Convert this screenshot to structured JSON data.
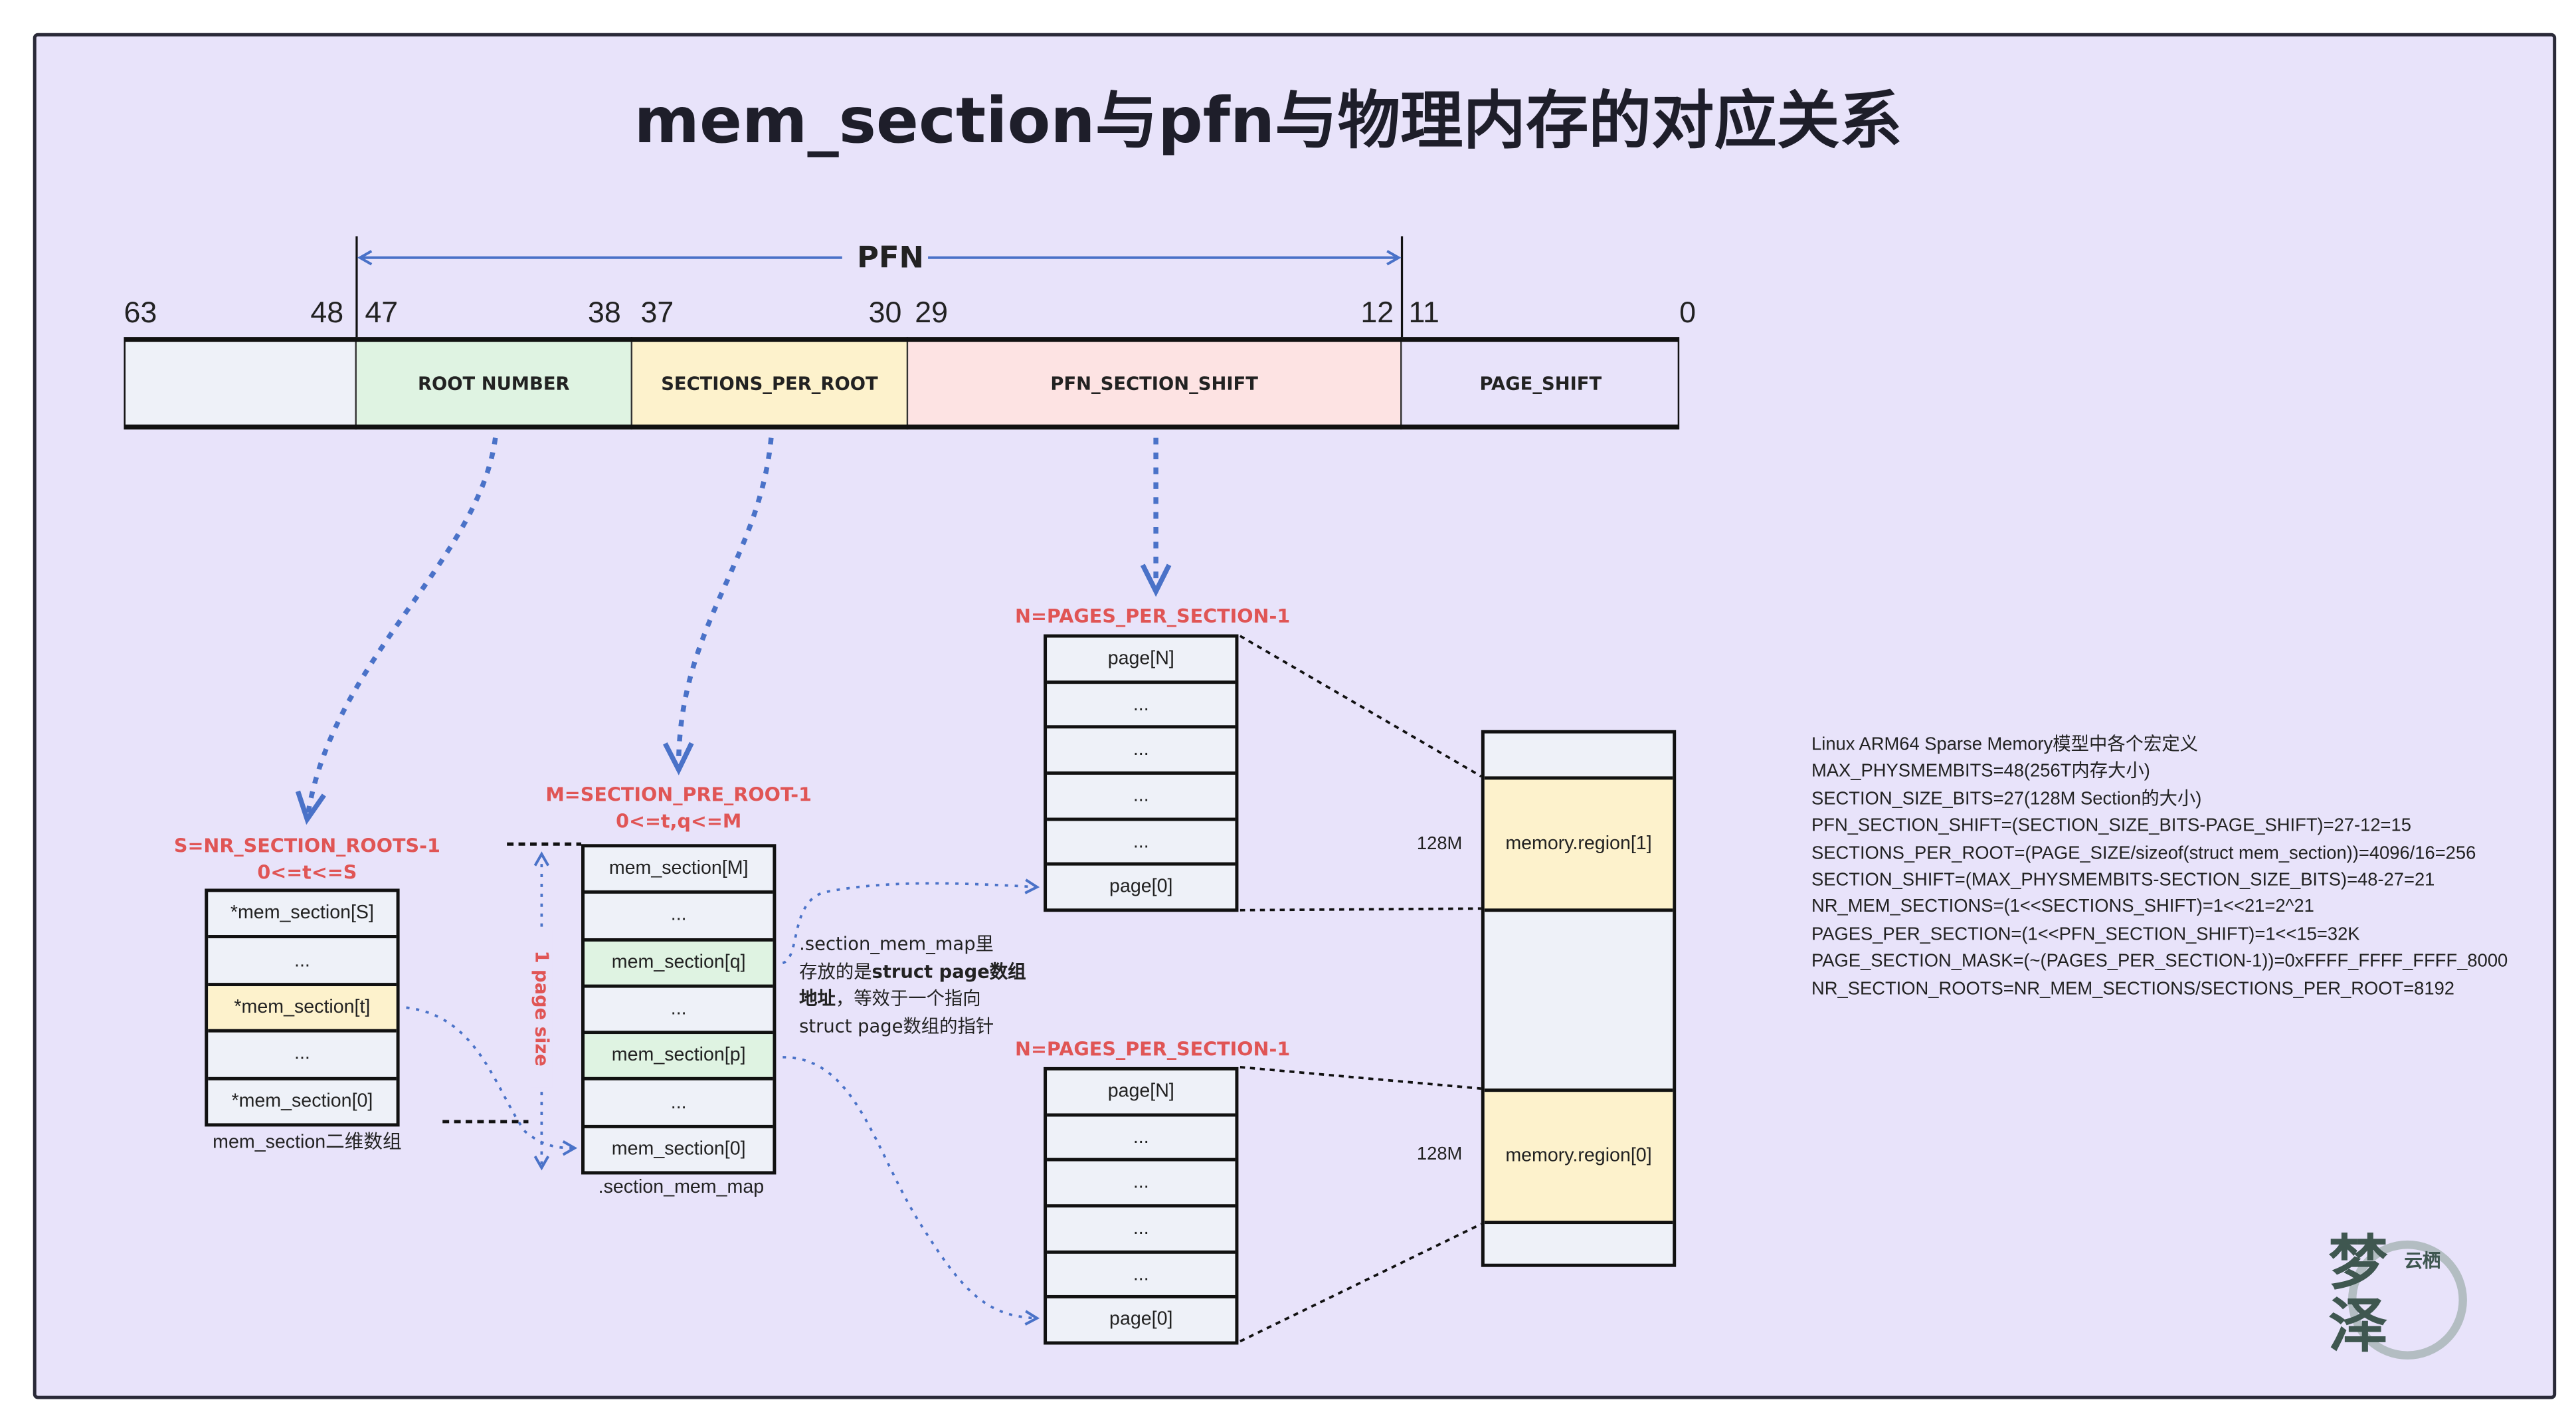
{
  "title": "mem_section与pfn与物理内存的对应关系",
  "pfn_label": "PFN",
  "bit_numbers": [
    "63",
    "48",
    "47",
    "38",
    "37",
    "30",
    "29",
    "12",
    "11",
    "0"
  ],
  "segments": [
    {
      "label": "",
      "color": "#eef1f8"
    },
    {
      "label": "ROOT NUMBER",
      "color": "#dff3e2"
    },
    {
      "label": "SECTIONS_PER_ROOT",
      "color": "#fdf2cc"
    },
    {
      "label": "PFN_SECTION_SHIFT",
      "color": "#fde3e3"
    },
    {
      "label": "PAGE_SHIFT",
      "color": "#e8e3fa"
    }
  ],
  "root_array": {
    "label1": "S=NR_SECTION_ROOTS-1",
    "label2": "0<=t<=S",
    "cells": [
      "*mem_section[S]",
      "...",
      "*mem_section[t]",
      "...",
      "*mem_section[0]"
    ],
    "caption": "mem_section二维数组"
  },
  "section_array": {
    "label1": "M=SECTION_PRE_ROOT-1",
    "label2": "0<=t,q<=M",
    "cells": [
      "mem_section[M]",
      "...",
      "mem_section[q]",
      "...",
      "mem_section[p]",
      "...",
      "mem_section[0]"
    ],
    "caption": ".section_mem_map",
    "page_size_label": "1 page size"
  },
  "note": {
    "line1": ".section_mem_map里",
    "line2_a": "存放的是",
    "line2_b": "struct page数组",
    "line3_a": "地址",
    "line3_b": "，等效于一个指向",
    "line4": "struct page数组的指针"
  },
  "page_arrays": [
    {
      "label": "N=PAGES_PER_SECTION-1",
      "cells": [
        "page[N]",
        "...",
        "...",
        "...",
        "...",
        "page[0]"
      ]
    },
    {
      "label": "N=PAGES_PER_SECTION-1",
      "cells": [
        "page[N]",
        "...",
        "...",
        "...",
        "...",
        "page[0]"
      ]
    }
  ],
  "memory": {
    "regions": [
      "memory.region[1]",
      "memory.region[0]"
    ],
    "sizes": [
      "128M",
      "128M"
    ],
    "region_color": "#fdf2cc"
  },
  "macros": [
    "Linux ARM64 Sparse Memory模型中各个宏定义",
    "MAX_PHYSMEMBITS=48(256T内存大小)",
    "SECTION_SIZE_BITS=27(128M Section的大小)",
    "PFN_SECTION_SHIFT=(SECTION_SIZE_BITS-PAGE_SHIFT)=27-12=15",
    "SECTIONS_PER_ROOT=(PAGE_SIZE/sizeof(struct mem_section))=4096/16=256",
    "SECTION_SHIFT=(MAX_PHYSMEMBITS-SECTION_SIZE_BITS)=48-27=21",
    "NR_MEM_SECTIONS=(1<<SECTIONS_SHIFT)=1<<21=2^21",
    "PAGES_PER_SECTION=(1<<PFN_SECTION_SHIFT)=1<<15=32K",
    "PAGE_SECTION_MASK=(~(PAGES_PER_SECTION-1))=0xFFFF_FFFF_FFFF_8000",
    "NR_SECTION_ROOTS=NR_MEM_SECTIONS/SECTIONS_PER_ROOT=8192"
  ],
  "logo": {
    "main": "梦泽",
    "small": "云栖"
  },
  "colors": {
    "background": "#e8e3fa",
    "arrow_blue": "#4a72c8",
    "label_red": "#e05555",
    "green_cell": "#dff3e2",
    "yellow_cell": "#fdf2cc"
  }
}
